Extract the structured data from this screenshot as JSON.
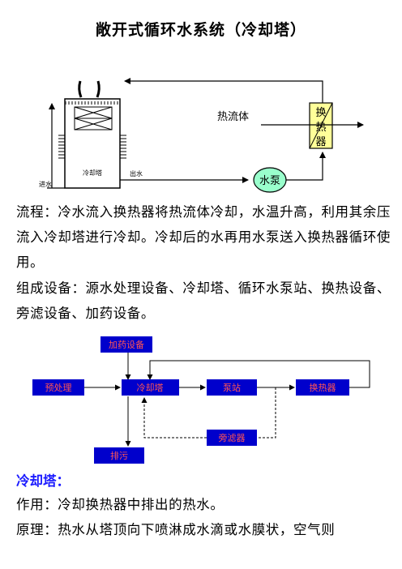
{
  "title": "敞开式循环水系统（冷却塔）",
  "diagram1": {
    "hot_fluid": "热流体",
    "exchanger_chars": [
      "换",
      "热",
      "器"
    ],
    "pump": "水泵",
    "tower": "冷却塔",
    "inlet": "进水",
    "outlet": "出水"
  },
  "paragraphs": {
    "flow": "流程：冷水流入换热器将热流体冷却，水温升高，利用其余压流入冷却塔进行冷却。冷却后的水再用水泵送入换热器循环使用。",
    "equipment": "组成设备：源水处理设备、冷却塔、循环水泵站、换热设备、旁滤设备、加药设备。"
  },
  "diagram2": {
    "dosing": "加药设备",
    "pretreat": "预处理",
    "tower": "冷却塔",
    "pump_station": "泵站",
    "exchanger": "换热器",
    "bypass_filter": "旁滤器",
    "drain": "排污"
  },
  "section": {
    "title": "冷却塔：",
    "purpose": "作用：冷却换热器中排出的热水。",
    "principle": "原理：热水从塔顶向下喷淋成水滴或水膜状，空气则"
  },
  "colors": {
    "box_fill": "#0000cc",
    "box_text": "#ff5555",
    "exchanger_fill": "#ffff99",
    "pump_fill": "#99ffcc",
    "section_title": "#1a1aff"
  }
}
